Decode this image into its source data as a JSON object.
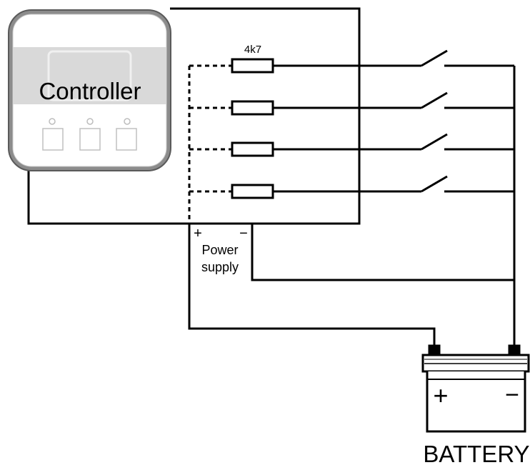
{
  "controller": {
    "label": "Controller"
  },
  "resistor": {
    "value_label": "4k7"
  },
  "power_supply": {
    "plus": "+",
    "minus": "−",
    "label_line1": "Power",
    "label_line2": "supply"
  },
  "battery": {
    "label": "BATTERY",
    "plus": "+",
    "minus": "−"
  },
  "colors": {
    "wire": "#000000",
    "controller_frame": "#7f7f7f",
    "controller_band": "#d9d9d9",
    "button_outline": "#c0c0c0"
  }
}
